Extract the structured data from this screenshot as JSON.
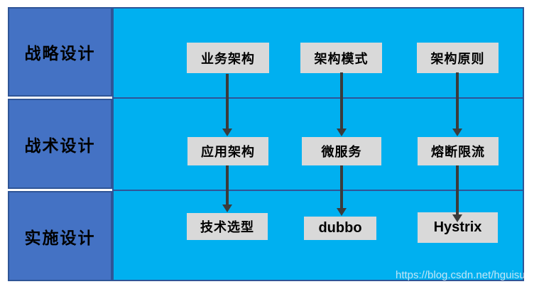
{
  "diagram": {
    "rows": [
      {
        "label": "战略设计",
        "nodes": [
          "业务架构",
          "架构模式",
          "架构原则"
        ]
      },
      {
        "label": "战术设计",
        "nodes": [
          "应用架构",
          "微服务",
          "熔断限流"
        ]
      },
      {
        "label": "实施设计",
        "nodes": [
          "技术选型",
          "dubbo",
          "Hystrix"
        ]
      }
    ],
    "edges": [
      {
        "from": "业务架构",
        "to": "应用架构"
      },
      {
        "from": "架构模式",
        "to": "微服务"
      },
      {
        "from": "架构原则",
        "to": "熔断限流"
      },
      {
        "from": "应用架构",
        "to": "技术选型"
      },
      {
        "from": "微服务",
        "to": "dubbo"
      },
      {
        "from": "熔断限流",
        "to": "Hystrix"
      }
    ],
    "colors": {
      "row_label_bg": "#4472C4",
      "content_bg": "#00B0F0",
      "border": "#2F5597",
      "node_bg": "#D9D9D9",
      "node_text": "#000000",
      "arrow": "#3B3B3B"
    },
    "watermark": "https://blog.csdn.net/hguisu"
  }
}
